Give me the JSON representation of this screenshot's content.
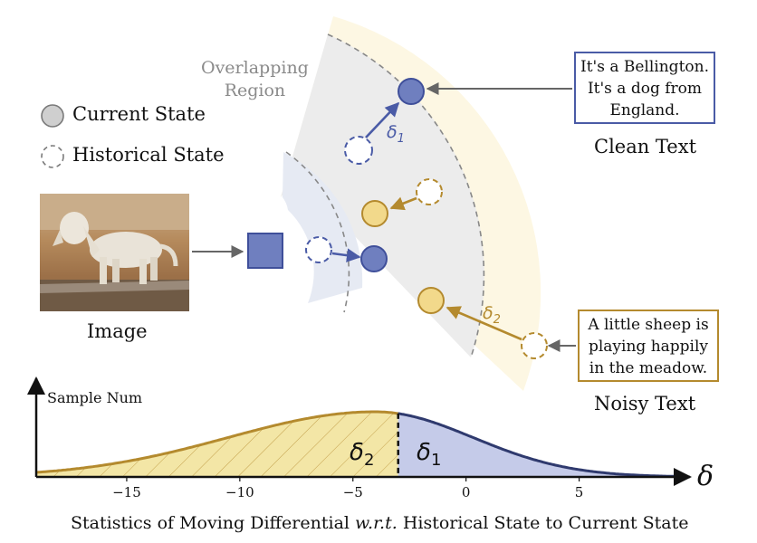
{
  "legend": {
    "current_state": "Current State",
    "historical_state": "Historical State"
  },
  "region_label": [
    "Overlapping",
    "Region"
  ],
  "image_label": "Image",
  "clean_text": {
    "lines": [
      "It's a Bellington.",
      "It's a dog from",
      "England."
    ],
    "caption": "Clean Text"
  },
  "noisy_text": {
    "lines": [
      "A little sheep is",
      "playing happily",
      "in the meadow."
    ],
    "caption": "Noisy Text"
  },
  "delta_labels": {
    "d1": "δ",
    "d1_sub": "1",
    "d2": "δ",
    "d2_sub": "2"
  },
  "colors": {
    "current_blue": "#6f7fbf",
    "current_blue_stroke": "#3f4f9a",
    "gold_fill": "#f2d98b",
    "gold_stroke": "#b48a2e",
    "gray_region": "#ececec",
    "blue_region": "#e6eaf3",
    "yellow_region": "#fdf7e3"
  },
  "chart_data": {
    "type": "area",
    "ylabel": "Sample Num",
    "xlabel_parts": [
      "Statistics of Moving Differential ",
      "w.r.t.",
      " Historical State to Current State"
    ],
    "axis_symbol": "δ",
    "xlim": [
      -19,
      9.5
    ],
    "ticks": [
      -15,
      -10,
      -5,
      0,
      5
    ],
    "tick_labels": [
      "−15",
      "−10",
      "−5",
      "0",
      "5"
    ],
    "distribution": {
      "peak": -4,
      "sigma_left": 6.5,
      "sigma_right": 4.3
    },
    "split_at": -3,
    "regions": [
      {
        "name": "δ2",
        "sub": "2",
        "from": -19,
        "to": -3,
        "color": "#f3e6a6",
        "hatched": true
      },
      {
        "name": "δ1",
        "sub": "1",
        "from": -3,
        "to": 9.5,
        "color": "#c5cbe9",
        "hatched": false
      }
    ]
  }
}
